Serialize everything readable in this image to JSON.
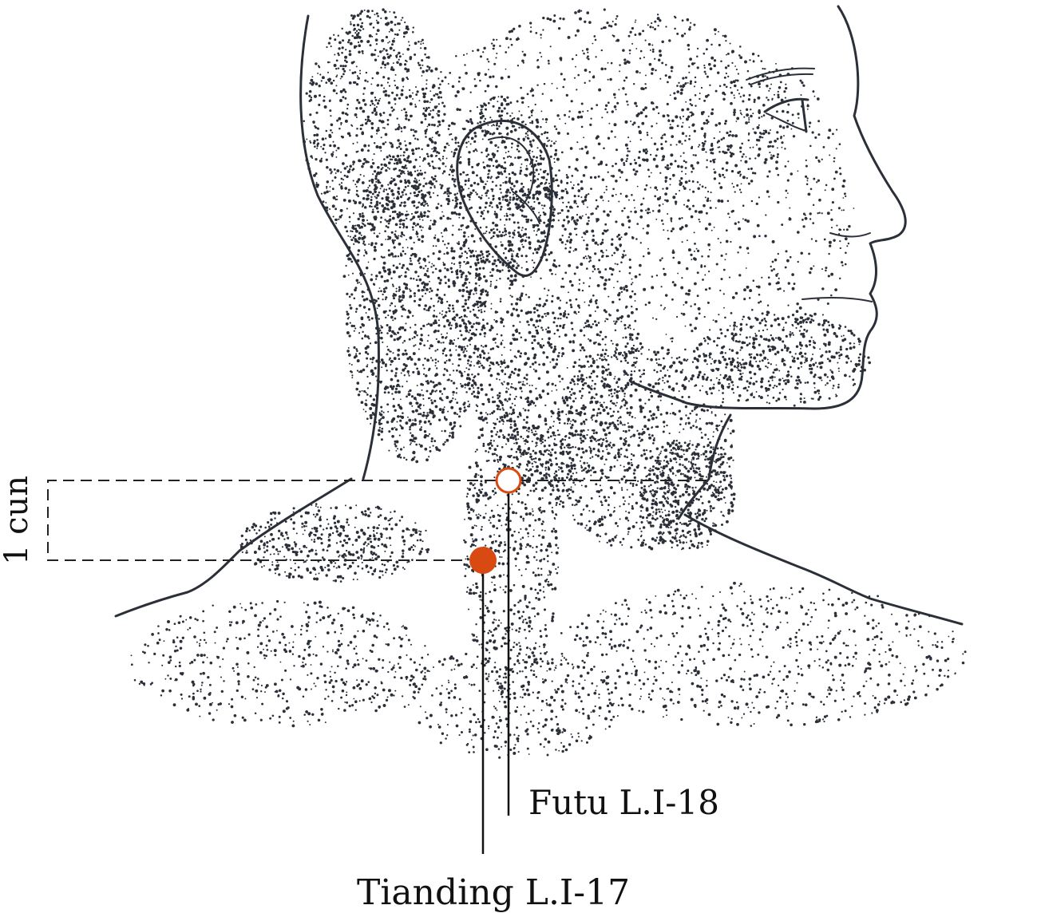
{
  "measurement": {
    "label": "1 cun"
  },
  "points": [
    {
      "id": "futu",
      "label": "Futu L.I-18",
      "marker": "open-circle"
    },
    {
      "id": "tianding",
      "label": "Tianding L.I-17",
      "marker": "filled-circle"
    }
  ],
  "colors": {
    "point": "#d94a12",
    "ink": "#2a2f38",
    "background": "#ffffff"
  }
}
